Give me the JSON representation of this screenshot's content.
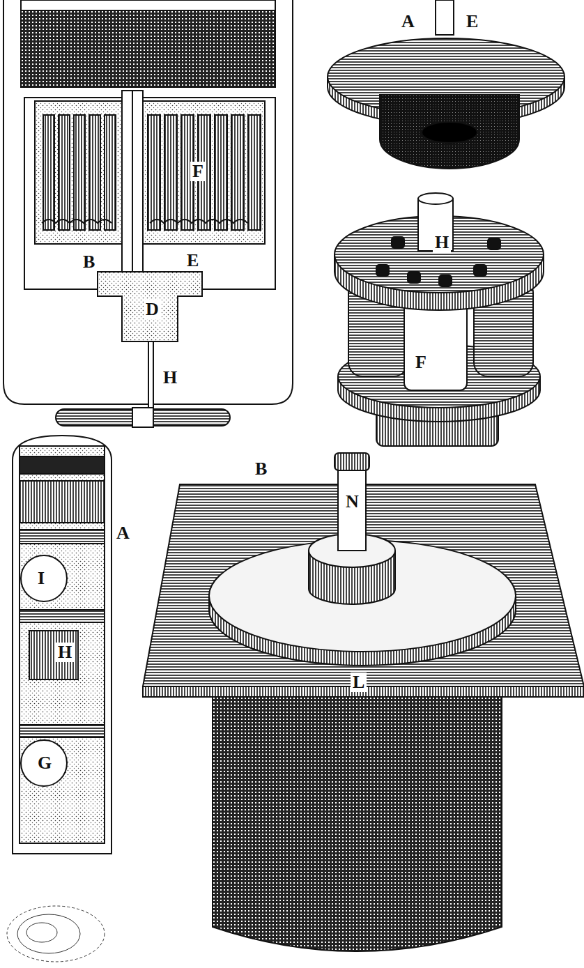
{
  "diagram": {
    "labels": [
      "A",
      "E",
      "F",
      "B",
      "E",
      "D",
      "H",
      "H",
      "F",
      "A",
      "I",
      "H",
      "G",
      "B",
      "N",
      "L"
    ]
  }
}
